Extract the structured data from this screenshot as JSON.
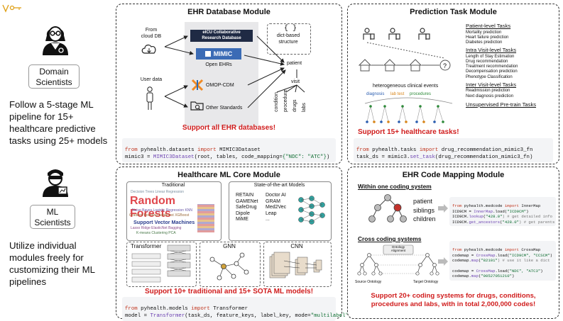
{
  "left": {
    "domain_label": "Domain\nScientists",
    "domain_desc": "Follow a 5-stage ML pipeline for 15+ healthcare predictive tasks using 25+ models",
    "ml_label": "ML\nScientists",
    "ml_desc": "Utilize individual modules freely for customizing their ML pipelines"
  },
  "ehr": {
    "title": "EHR Database Module",
    "from_cloud": "From\ncloud DB",
    "user_data": "User data",
    "eicu": "eICU Collaborative\nResearch Database",
    "mimic": "MIMIC",
    "open_ehrs": "Open EHRs",
    "omop": "OMOP-CDM",
    "other": "Other Standards",
    "dict_structure": "dict-based\nstructure",
    "patient": "patient",
    "visit": "visit",
    "leaves": [
      "condition",
      "procedure",
      "drugs",
      "labs"
    ],
    "support": "Support all EHR databases!",
    "code_line1": [
      "from",
      " pyhealth.datasets ",
      "import",
      " MIMIC3Dataset"
    ],
    "code_line2": [
      "mimic3 = ",
      "MIMIC3Dataset",
      "(root, tables, code_mapping=",
      "{\"NDC\": \"ATC\"}",
      ")"
    ]
  },
  "pred": {
    "title": "Prediction Task Module",
    "patient_level": "Patient-level Tasks",
    "patient_items": [
      "Mortality prediction",
      "Heart failure prediction",
      "Diabetes prediction"
    ],
    "intra": "Intra Visit-level Tasks",
    "intra_items": [
      "Length of Stay Estimation",
      "Drug recommendation",
      "Treatment recommendation",
      "Decompensation prediction",
      "Phenotype Classification"
    ],
    "inter": "Inter Visit-level Tasks",
    "inter_items": [
      "Readmission prediction",
      "Next diagnosis prediction"
    ],
    "unsupervised": "Unsupervised Pre-train Tasks",
    "hetero": "heterogeneous clinical events",
    "ev_diag": "diagnosis",
    "ev_lab": "lab test",
    "ev_proc": "procedures",
    "support": "Support 15+ healthcare tasks!",
    "code_line1": [
      "from",
      " pyhealth.tasks ",
      "import",
      " drug_recommendation_mimic3_fn"
    ],
    "code_line2": [
      "task_ds = mimic3.",
      "set_task",
      "(drug_recommendation_mimic3_fn)"
    ]
  },
  "core": {
    "title": "Healthcare ML Core Module",
    "traditional": "Traditional",
    "sota": "State-of-the-art Models",
    "sota_col1": [
      "RETAIN",
      "GAMENet",
      "SafeDrug",
      "Dipole",
      "MiME"
    ],
    "sota_col2": [
      "Doctor AI",
      "GRAM",
      "Med2Vec",
      "Leap",
      "..."
    ],
    "wc_big": "Random Forests",
    "wc_svm": "Support Vector Machines",
    "transformer": "Transformer",
    "gnn": "GNN",
    "cnn": "CNN",
    "support": "Support 10+ traditional and 15+ SOTA ML models!",
    "code_line1": [
      "from",
      " pyhealth.models ",
      "import",
      " Transformer"
    ],
    "code_line2": [
      "model = ",
      "Transformer",
      "(task_ds, feature_keys, label_key, mode=",
      "\"multilabel\"",
      ")"
    ]
  },
  "map": {
    "title": "EHR Code Mapping Module",
    "within": "Within one coding system",
    "patient": "patient",
    "siblings": "siblings",
    "children": "children",
    "code_a": [
      [
        "from",
        " pyhealth.medcode ",
        "import",
        " InnerMap",
        ""
      ],
      [
        "ICD9CM = ",
        "InnerMap",
        ".load(",
        "\"ICD9CM\"",
        ")"
      ],
      [
        "ICD9CM.",
        "lookup",
        "(",
        "\"428.0\"",
        ") # get detailed info"
      ],
      [
        "ICD9CM.",
        "get_ancestors",
        "(",
        "\"428.0\"",
        ") # get parents"
      ]
    ],
    "cross": "Cross coding systems",
    "ontology_alignment": "Ontology\nAlignment",
    "source_ontology": "Source Ontology",
    "target_ontology": "Target Ontology",
    "code_b": [
      [
        "from",
        " pyhealth.medcode ",
        "import",
        " CrossMap",
        ""
      ],
      [
        "codemap = ",
        "CrossMap",
        ".load(",
        "\"ICD9CM\", \"CCSCM\"",
        ")"
      ],
      [
        "codemap.",
        "map",
        "(",
        "\"82101\"",
        ") # use it like a dict"
      ],
      [
        "",
        "",
        "",
        "",
        ""
      ],
      [
        "codemap = ",
        "CrossMap",
        ".load(",
        "\"NDC\", \"ATC3\"",
        ")"
      ],
      [
        "codemap.",
        "map",
        "(",
        "\"00527051210\"",
        ")"
      ]
    ],
    "support": "Support 20+ coding systems for drugs, conditions,\nprocedures and labs, with in total 2,000,000 codes!"
  },
  "colors": {
    "accent_red": "#d01c1c",
    "mimic_blue": "#3b6bb5",
    "panel_border": "#333333"
  }
}
